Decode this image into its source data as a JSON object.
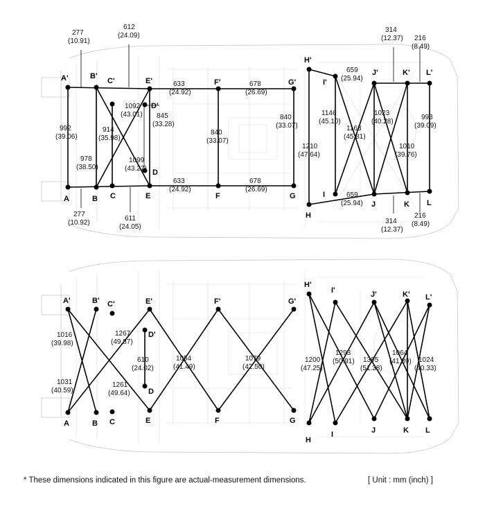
{
  "top": {
    "points": {
      "A_": "A'",
      "B_": "B'",
      "C_": "C'",
      "D_": "D'",
      "E_": "E'",
      "F_": "F'",
      "G_": "G'",
      "H_": "H'",
      "I_": "I'",
      "J_": "J'",
      "K_": "K'",
      "L_": "L'",
      "A": "A",
      "B": "B",
      "C": "C",
      "D": "D",
      "E": "E",
      "F": "F",
      "G": "G",
      "H": "H",
      "I": "I",
      "J": "J",
      "K": "K",
      "L": "L"
    },
    "dims": {
      "d277t": [
        "277",
        "(10.91)"
      ],
      "d612": [
        "612",
        "(24.09)"
      ],
      "d633t": [
        "633",
        "(24.92)"
      ],
      "d678t": [
        "678",
        "(26.69)"
      ],
      "d1092": [
        "1092",
        "(43.01)"
      ],
      "d992": [
        "992",
        "(39.06)"
      ],
      "d914": [
        "914",
        "(35.98)"
      ],
      "d845": [
        "845",
        "(33.28)"
      ],
      "d840m": [
        "840",
        "(33.07)"
      ],
      "d840r": [
        "840",
        "(33.07)"
      ],
      "d978": [
        "978",
        "(38.50)"
      ],
      "d1099": [
        "1099",
        "(43.27)"
      ],
      "d633b": [
        "633",
        "(24.92)"
      ],
      "d678b": [
        "678",
        "(26.69)"
      ],
      "d277b": [
        "277",
        "(10.92)"
      ],
      "d611": [
        "611",
        "(24.05)"
      ],
      "d659t": [
        "659",
        "(25.94)"
      ],
      "d314t": [
        "314",
        "(12.37)"
      ],
      "d216t": [
        "216",
        "(8.49)"
      ],
      "d1146": [
        "1146",
        "(45.10)"
      ],
      "d1163": [
        "1163",
        "(45.81)"
      ],
      "d1023": [
        "1023",
        "(40.28)"
      ],
      "d993": [
        "993",
        "(39.09)"
      ],
      "d1210": [
        "1210",
        "(47.64)"
      ],
      "d1010": [
        "1010",
        "(39.76)"
      ],
      "d659b": [
        "659",
        "(25.94)"
      ],
      "d314b": [
        "314",
        "(12.37)"
      ],
      "d216b": [
        "216",
        "(8.49)"
      ]
    }
  },
  "bottom": {
    "points": {
      "A_": "A'",
      "B_": "B'",
      "C_": "C'",
      "D_": "D'",
      "E_": "E'",
      "F_": "F'",
      "G_": "G'",
      "H_": "H'",
      "I_": "I'",
      "J_": "J'",
      "K_": "K'",
      "L_": "L'",
      "A": "A",
      "B": "B",
      "C": "C",
      "D": "D",
      "E": "E",
      "F": "F",
      "G": "G",
      "H": "H",
      "I": "I",
      "J": "J",
      "K": "K",
      "L": "L"
    },
    "dims": {
      "d1016": [
        "1016",
        "(39.98)"
      ],
      "d1031": [
        "1031",
        "(40.59)"
      ],
      "d1267": [
        "1267",
        "(49.87)"
      ],
      "d1261": [
        "1261",
        "(49.64)"
      ],
      "d610": [
        "610",
        "(24.02)"
      ],
      "d1054": [
        "1054",
        "(41.49)"
      ],
      "d1079": [
        "1079",
        "(42.50)"
      ],
      "d1200": [
        "1200",
        "(47.25)"
      ],
      "d1293": [
        "1293",
        "(50.91)"
      ],
      "d1305": [
        "1305",
        "(51.38)"
      ],
      "d1064": [
        "1064",
        "(41.89)"
      ],
      "d1024": [
        "1024",
        "(40.33)"
      ]
    }
  },
  "footnote": {
    "note": "*  These dimensions indicated in this figure are actual-measurement dimensions.",
    "unit": "[ Unit : mm (inch) ]"
  }
}
